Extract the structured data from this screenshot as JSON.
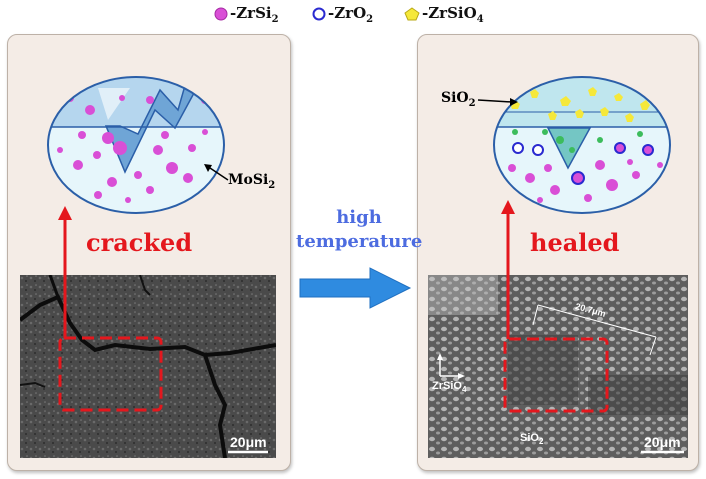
{
  "legend": {
    "zrsi2": "-ZrSi",
    "zrsi2_sub": "2",
    "zro2": "-ZrO",
    "zro2_sub": "2",
    "zrsio4": "-ZrSiO",
    "zrsio4_sub": "4"
  },
  "left": {
    "state_label": "cracked",
    "mosi2": "MoSi",
    "mosi2_sub": "2",
    "scale_bar": "20μm"
  },
  "middle": {
    "line1": "high",
    "line2": "temperature"
  },
  "right": {
    "state_label": "healed",
    "sio2": "SiO",
    "sio2_sub": "2",
    "scale_bar": "20μm",
    "zrsio4_label": "ZrSiO",
    "zrsio4_sub": "4",
    "sio2_sem": "SiO",
    "sio2_sem_sub": "2",
    "measure": "20.7μm"
  },
  "colors": {
    "zrsi2": "#d94fd6",
    "zro2": "#2a2ad0",
    "zrsio4": "#f5e83a",
    "red": "#e4171d",
    "blue_text": "#4d6ce0",
    "arrow_blue": "#2f8be0"
  }
}
